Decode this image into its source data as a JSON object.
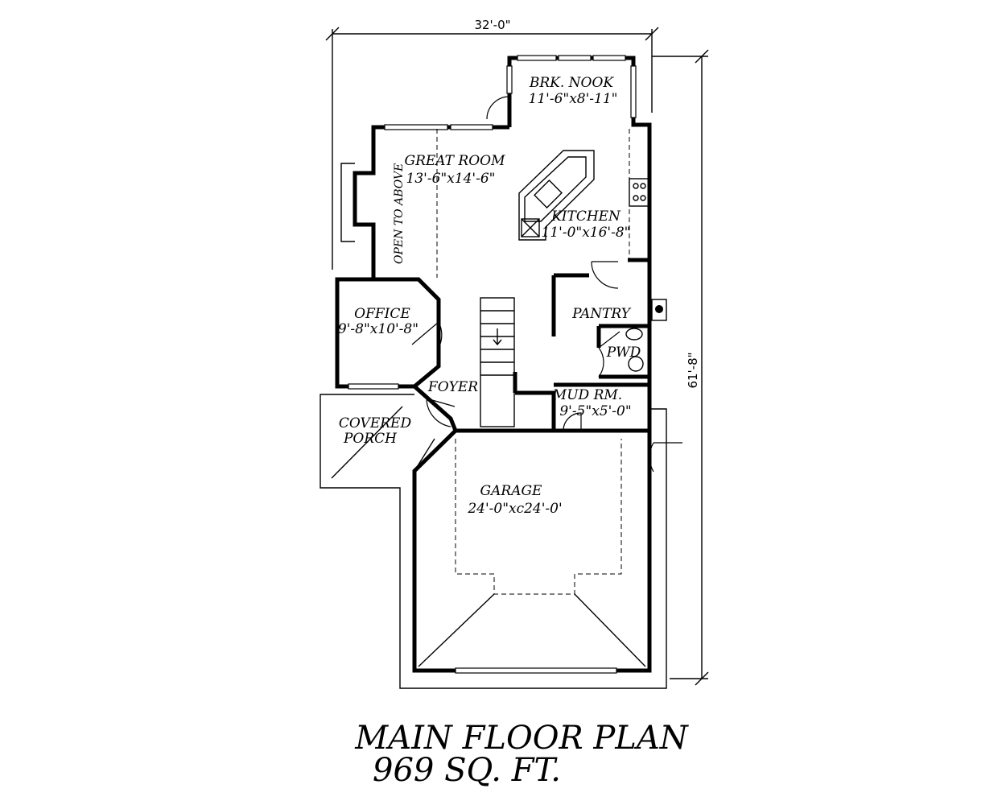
{
  "plan": {
    "title": "MAIN FLOOR PLAN",
    "area": "969 SQ. FT.",
    "width_dimension": "32'-0\"",
    "depth_dimension": "61'-8\"",
    "note_open_to_above": "OPEN TO ABOVE"
  },
  "rooms": {
    "nook": {
      "name": "BRK. NOOK",
      "size": "11'-6\"x8'-11\""
    },
    "great_room": {
      "name": "GREAT ROOM",
      "size": "13'-6\"x14'-6\""
    },
    "kitchen": {
      "name": "KITCHEN",
      "size": "11'-0\"x16'-8\""
    },
    "office": {
      "name": "OFFICE",
      "size": "9'-8\"x10'-8\""
    },
    "pantry": {
      "name": "PANTRY"
    },
    "pwd": {
      "name": "PWD"
    },
    "foyer": {
      "name": "FOYER"
    },
    "mud_room": {
      "name": "MUD RM.",
      "size": "9'-5\"x5'-0\""
    },
    "porch": {
      "name_line1": "COVERED",
      "name_line2": "PORCH"
    },
    "garage": {
      "name": "GARAGE",
      "size": "24'-0\"xc24'-0'"
    }
  }
}
